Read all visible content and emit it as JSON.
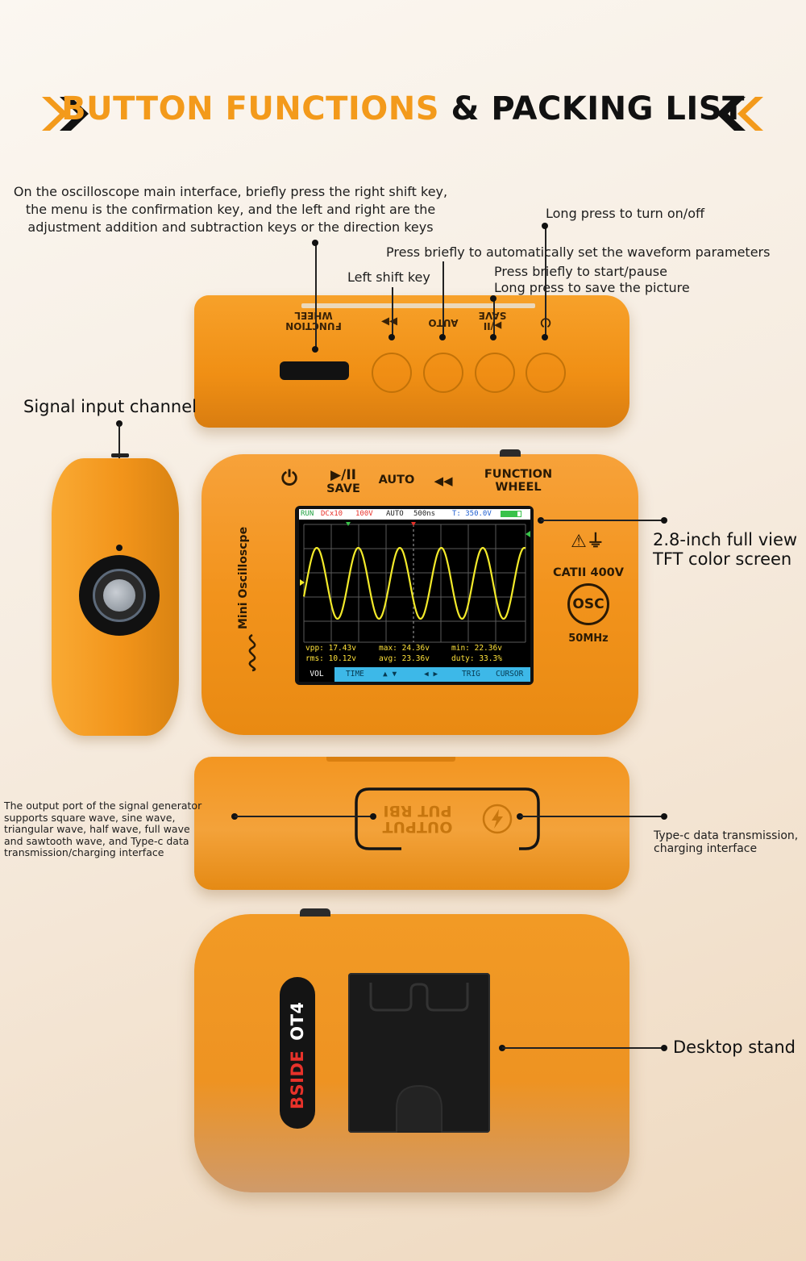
{
  "header": {
    "title_orange": "BUTTON FUNCTIONS",
    "title_black": "& PACKING LIST"
  },
  "callouts": {
    "function_wheel_note": [
      "On the oscilloscope main interface, briefly press the right shift key,",
      "the menu is the confirmation key, and the left and right are the",
      "adjustment addition and subtraction keys or the direction keys"
    ],
    "power_note": "Long press to turn on/off",
    "auto_note": "Press briefly to automatically set the waveform parameters",
    "left_shift_note": "Left shift key",
    "save_note_1": "Press briefly to start/pause",
    "save_note_2": "Long press to save the picture",
    "signal_input": "Signal input channel",
    "screen_note_1": "2.8-inch full view",
    "screen_note_2": "TFT color screen",
    "output_port_note": [
      "The output port of the signal generator",
      "supports square wave, sine wave,",
      "triangular wave, half wave, full wave",
      "and sawtooth wave, and Type-c data",
      "transmission/charging interface"
    ],
    "typec_note_1": "Type-c data transmission,",
    "typec_note_2": "charging interface",
    "stand_note": "Desktop stand"
  },
  "top_view": {
    "function_label": "FUNCTION",
    "wheel_label": "WHEEL",
    "shift_glyph": "▶▶",
    "auto_label": "AUTO",
    "play_glyph": "▶/II",
    "save_label": "SAVE",
    "power_glyph": "⏻"
  },
  "front_panel": {
    "power_glyph": "⏻",
    "play_glyph": "▶/II",
    "save_label": "SAVE",
    "auto_label": "AUTO",
    "rewind_glyph": "◀◀",
    "function_label": "FUNCTION",
    "wheel_label": "WHEEL",
    "model_vertical": "Mini Oscilloscpe",
    "warning_glyph": "⚠",
    "ground_glyph": "⏚",
    "cat_rating": "CATII 400V",
    "osc_badge": "OSC",
    "bandwidth": "50MHz"
  },
  "screen": {
    "status_run": "RUN",
    "status_coupling": "DCx10",
    "status_volt": "100V",
    "status_mode": "AUTO",
    "status_time": "500ns",
    "status_trigger": "T: 350.0V",
    "vpp": "vpp: 17.43v",
    "max": "max: 24.36v",
    "min": "min: 22.36v",
    "rms": "rms: 10.12v",
    "avg": "avg: 23.36v",
    "duty": "duty: 33.3%",
    "menu_vol": "VOL",
    "menu_time": "TIME",
    "menu_updown": "▲ ▼",
    "menu_leftright": "◀ ▶",
    "menu_trig": "TRIG",
    "menu_cursor": "CURSOR",
    "trace_color": "#f3ea2a",
    "menu_color": "#3db8e8"
  },
  "bottom_view": {
    "output_label": "OUTPUT",
    "port_label": "PUT RBI"
  },
  "back_view": {
    "brand_red": "BSIDE",
    "brand_white": "OT4"
  },
  "colors": {
    "accent_orange": "#f39a1b",
    "device_orange": "#f2931c",
    "brand_red": "#e8322a"
  }
}
